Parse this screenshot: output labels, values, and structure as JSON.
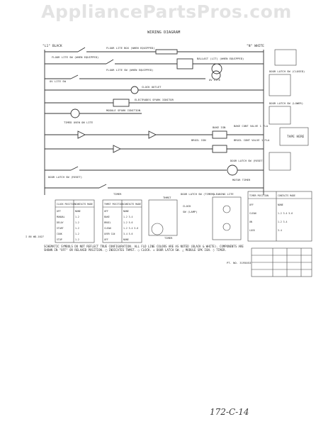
{
  "watermark": "AppliancePartsPros.com",
  "header": {
    "title": "WIRING DIAGRAM"
  },
  "terminals": {
    "l1": "\"L1\" BLACK",
    "n": "\"N\" WHITE"
  },
  "labels": {
    "floor_lite_top": "FLOOR LITE BOX (WHEN EQUIPPED)",
    "floor_lite_sw": "FLOOR LITE SW (WHEN EQUIPPED)",
    "ballast": "BALLAST (LIT) (WHEN EQUIPPED)",
    "floor_lite_sw2": "FLOOR LITE SW (WHEN EQUIPPED)",
    "ov_lite": "OV LITE",
    "ov_lite_sw": "OV LITE SW",
    "clock_outlet": "CLOCK OUTLET",
    "electrodes": "ELECTRODES SPARK IGNITOR",
    "module": "MODULE SPARK IGNITION",
    "timed_oven": "TIMED OVEN ON LITE",
    "door_latch_sw_closed": "DOOR LATCH SW (CLOSED)",
    "door_latch_sw_lower": "DOOR LATCH SW (LOWER)",
    "tape_here": "TAPE HERE",
    "bake_ign": "BAKE IGN",
    "broil_ign": "BROIL IGN",
    "bake_cont": "BAKE CONT VALVE 1 FLA",
    "broil_cont": "BROIL CONT VALVE 1 FLA",
    "door_latch_sw_reset": "DOOR LATCH SW (RESET)",
    "door_latch_sw_reset2": "DOOR LATCH SW (RESET)",
    "door_latch_timer": "DOOR LATCH SW (TIMER)",
    "cleaning_lite": "CLEANING LITE",
    "motor_timer": "MOTOR TIMER",
    "thmst": "THMST",
    "timer": "TIMER",
    "clock": "CLOCK",
    "sw_lamp": "SW (LAMP)",
    "la_label": "I 86 WD-1027",
    "notes": "SCHEMATIC SYMBOLS DO NOT REFLECT TRUE CONFIGURATION. ALL FLD LINE COLORS ARE AS NOTED (BLACK & WHITE). COMPONENTS ARE SHOWN IN \"OFF\" OR RELAXED POSITION. □ INDICATES THMST. ○ CLOCK. ◇ DOOR LATCH SW. △ MODULE SPK IGN. ◊ TIMER.",
    "part_no": "PT. NO. 3195053",
    "part_code": "172-C-14"
  },
  "tables": {
    "clock": {
      "headers": [
        "CLOCK POSITION",
        "CONTACTS MADE"
      ],
      "rows": [
        [
          "OFF",
          "NONE"
        ],
        [
          "MANUAL",
          "1-2"
        ],
        [
          "DELAY",
          "1-2"
        ],
        [
          "START",
          "1-2"
        ],
        [
          "COOK",
          "1-2"
        ],
        [
          "STOP",
          "1-2"
        ]
      ]
    },
    "thmst": {
      "headers": [
        "THMST POSITION",
        "CONTACTS MADE"
      ],
      "rows": [
        [
          "OFF",
          "NONE"
        ],
        [
          "BAKE",
          "1-2 3-4"
        ],
        [
          "BROIL",
          "1-2 5-6"
        ],
        [
          "CLEAN",
          "1-2 3-4 5-6"
        ],
        [
          "OVER CLN",
          "3-4 5-6"
        ],
        [
          "OFF",
          "NONE"
        ]
      ]
    },
    "timer": {
      "headers": [
        "TIMER POSITION",
        "CONTACTS MADE"
      ],
      "rows": [
        [
          "OFF",
          "NONE"
        ],
        [
          "CLEAN",
          "1-2 3-4 5-6"
        ],
        [
          "ON",
          "1-2 3-4"
        ],
        [
          "LOCK",
          "3-4"
        ]
      ]
    }
  }
}
